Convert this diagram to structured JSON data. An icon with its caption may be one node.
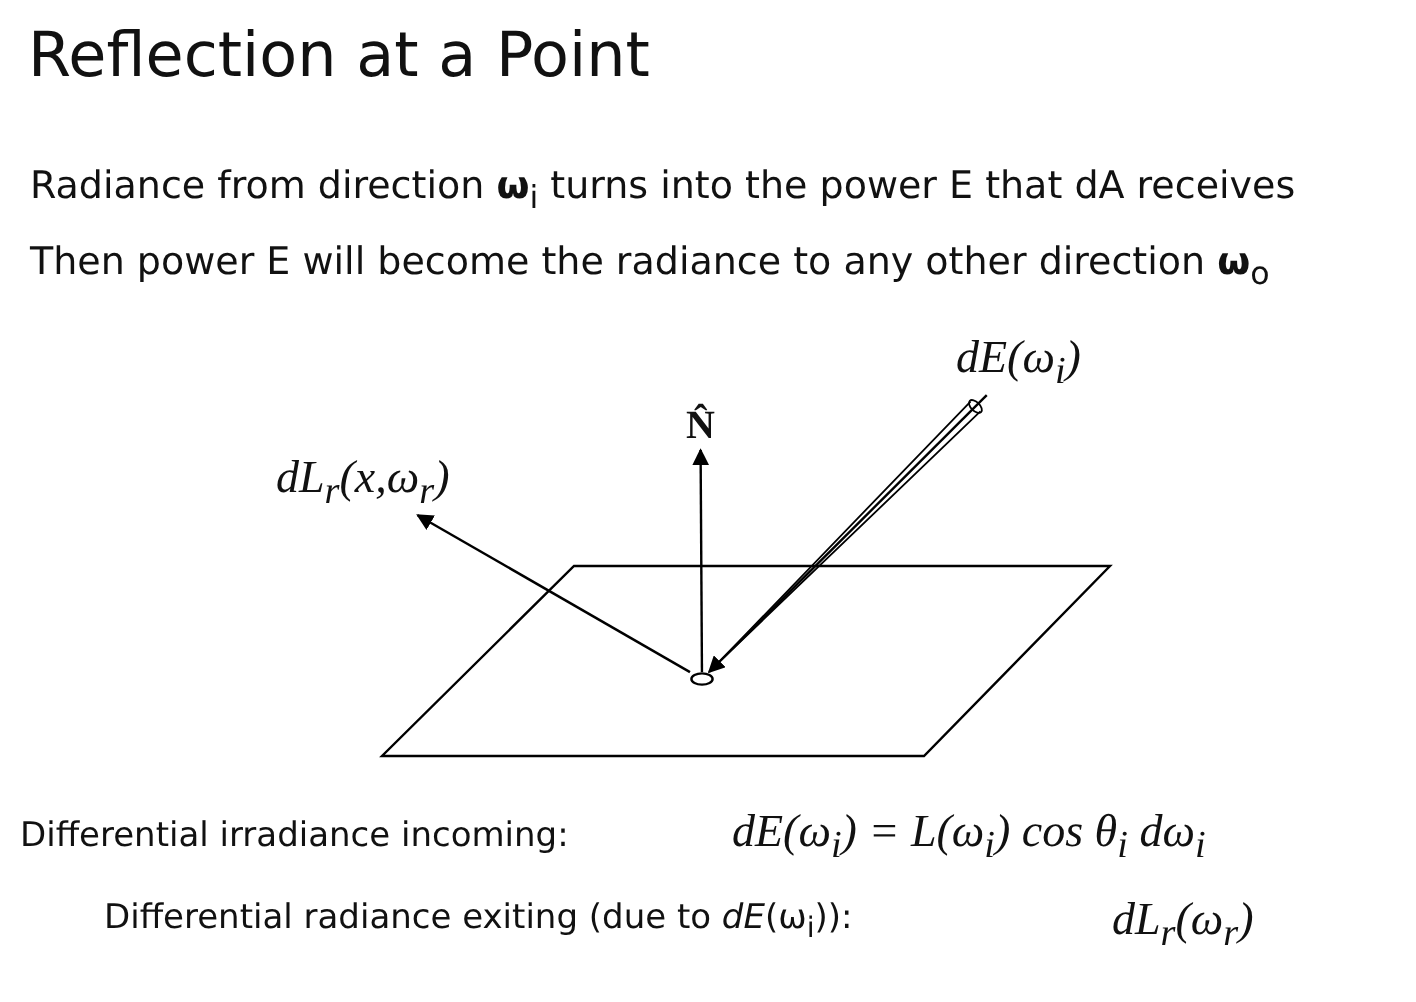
{
  "diagram": {
    "title": "Reflection at a Point",
    "nodes": [
      {
        "text": [
          "dE(ω$_{i}$)"
        ]
      },
      {
        "text": [
          "N̂"
        ]
      },
      {
        "text": [
          "dL$_{r}$(x,ω$_{r}$)"
        ]
      },
      {
        "text": [],
        "shape": "circle"
      }
    ],
    "edges": [
      {
        "from": 0,
        "to": 3,
        "arrow": "to"
      },
      {
        "from": 3,
        "to": 1,
        "arrow": "to"
      },
      {
        "from": 3,
        "to": 2,
        "arrow": "to"
      }
    ],
    "labels": [
      "Radiance from direction **ω**$_{i}$ turns into the power E that dA receives",
      "Then power E will become the radiance to any other direction **ω**$_{o}$",
      "Differential irradiance incoming:",
      "dE(ω$_{i}$) = L(ω$_{i}$) cos θ$_{i}$ dω$_{i}$",
      "Differential radiance exiting (due to *dE*(ω$_{i}$)):",
      "dL$_{r}$(ω$_{r}$)"
    ]
  }
}
